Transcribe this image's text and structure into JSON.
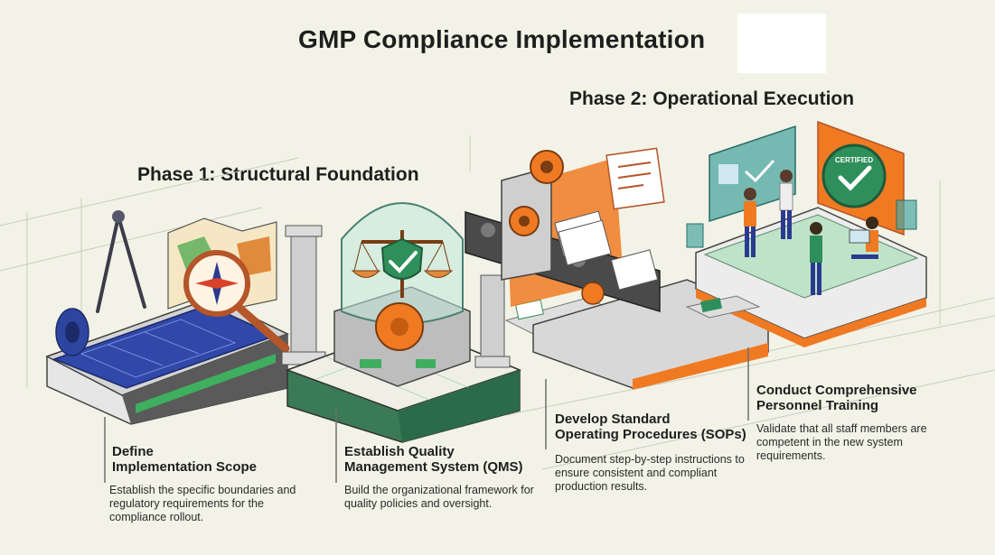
{
  "title": "GMP Compliance Implementation",
  "phases": [
    {
      "label": "Phase 1: Structural Foundation"
    },
    {
      "label": "Phase 2: Operational Execution"
    }
  ],
  "steps": [
    {
      "title_line1": "Define",
      "title_line2": "Implementation Scope",
      "description": "Establish the specific boundaries and regulatory requirements for the compliance rollout."
    },
    {
      "title_line1": "Establish Quality",
      "title_line2": "Management System (QMS)",
      "description": "Build the organizational framework for quality policies and oversight."
    },
    {
      "title_line1": "Develop Standard",
      "title_line2": "Operating Procedures (SOPs)",
      "description": "Document step-by-step instructions to ensure consistent and compliant production results."
    },
    {
      "title_line1": "Conduct Comprehensive",
      "title_line2": "Personnel Training",
      "description": "Validate that all staff members are competent in the new system requirements."
    }
  ],
  "badge_text": "CERTIFIED",
  "colors": {
    "background": "#f2f3e6",
    "navy": "#2b3a8f",
    "green": "#2f8f5b",
    "orange": "#f07a22",
    "teal": "#4aa6a0"
  }
}
